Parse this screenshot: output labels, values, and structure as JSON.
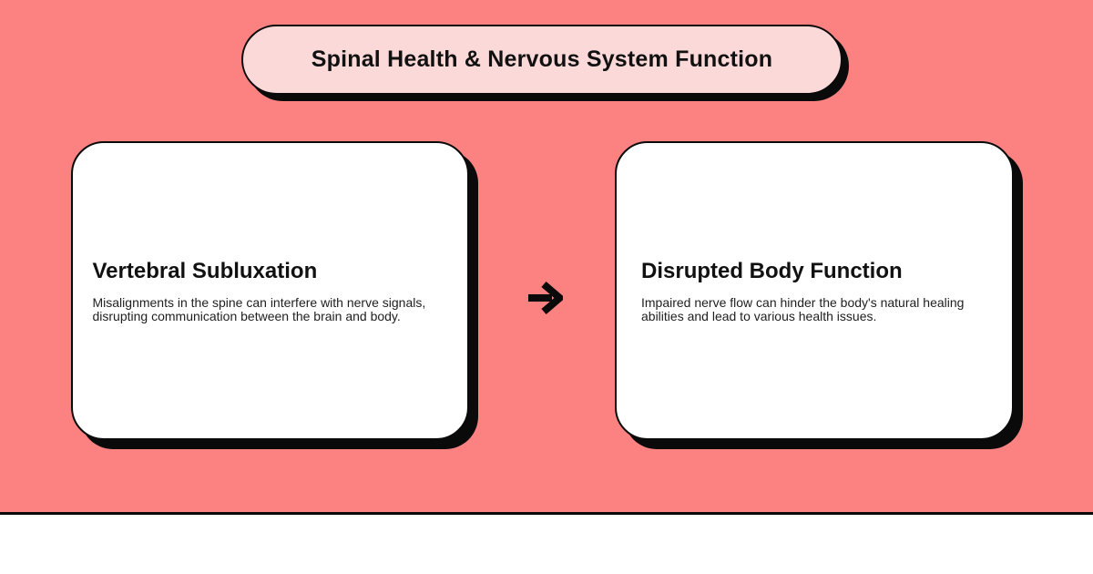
{
  "title": {
    "label": "Spinal Health & Nervous System Function"
  },
  "flow": {
    "cards": [
      {
        "heading": "Vertebral Subluxation",
        "body": "Misalignments in the spine can interfere with nerve signals, disrupting communication between the brain and body."
      },
      {
        "heading": "Disrupted Body Function",
        "body": "Impaired nerve flow can hinder the body's natural healing abilities and lead to various health issues."
      }
    ],
    "connector": {
      "icon": "arrow-right-icon",
      "glyph": "→",
      "direction": "right"
    }
  },
  "colors": {
    "background": "#FC8282",
    "pill_fill": "#FCD9D9",
    "card_fill": "#FFFFFF",
    "ink": "#0A0A0A",
    "heading_text": "#111111",
    "body_text": "#1E1E1E",
    "footer_fill": "#FFFFFF"
  }
}
